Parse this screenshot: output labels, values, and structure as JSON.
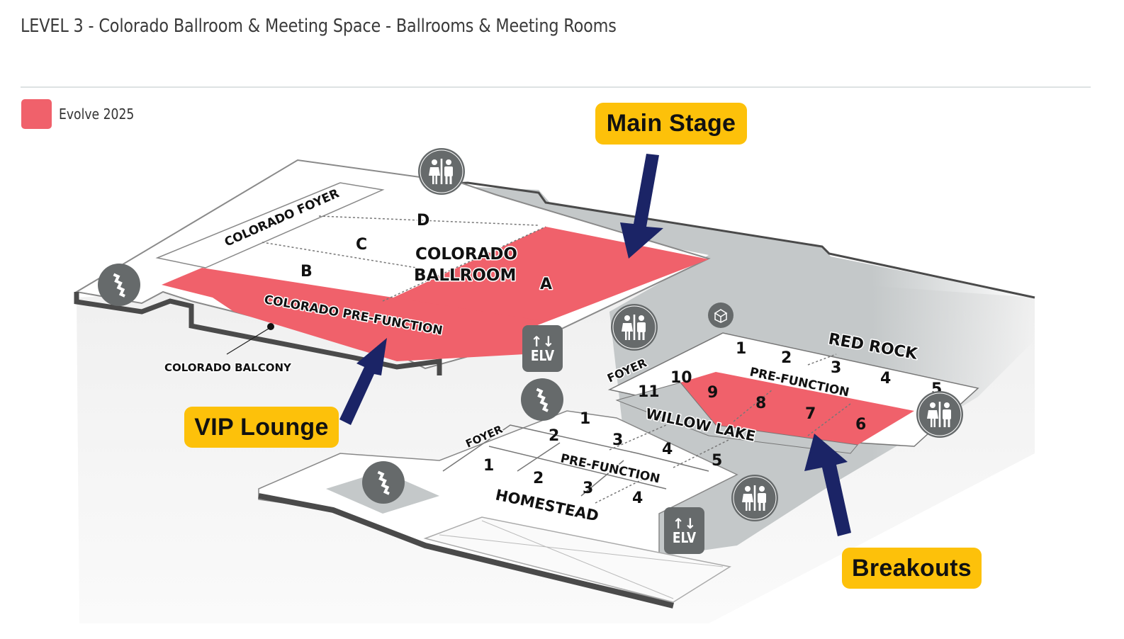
{
  "header": {
    "title": "LEVEL 3 - Colorado Ballroom & Meeting Space - Ballrooms & Meeting Rooms"
  },
  "legend": {
    "items": [
      {
        "label": "Evolve 2025",
        "color": "#f0616b"
      }
    ]
  },
  "callouts": {
    "main_stage": "Main Stage",
    "vip_lounge": "VIP Lounge",
    "breakouts": "Breakouts"
  },
  "colors": {
    "highlight": "#f0616b",
    "callout_bg": "#fdc10a",
    "arrow": "#1b2466",
    "icon_bg": "#666a6b",
    "corridor": "#c4c8c9",
    "wall": "#4a4a4a"
  },
  "map": {
    "colorado": {
      "foyer": "COLORADO FOYER",
      "ballroom_line1": "COLORADO",
      "ballroom_line2": "BALLROOM",
      "sections": [
        "A",
        "B",
        "C",
        "D"
      ],
      "prefunction": "COLORADO PRE-FUNCTION",
      "balcony": "COLORADO BALCONY"
    },
    "red_rock": {
      "name": "RED ROCK",
      "rooms": [
        "1",
        "2",
        "3",
        "4",
        "5"
      ]
    },
    "willow_lake": {
      "name": "WILLOW LAKE",
      "rooms": [
        "6",
        "7",
        "8",
        "9",
        "10",
        "11"
      ]
    },
    "homestead": {
      "name": "HOMESTEAD",
      "rooms_upper": [
        "1",
        "2",
        "3",
        "4",
        "5"
      ],
      "rooms_lower": [
        "1",
        "2",
        "3",
        "4"
      ]
    },
    "prefunction": "PRE-FUNCTION",
    "foyer": "FOYER",
    "elevator": "ELV",
    "elevator_arrows": "↑↓",
    "highlighted_rooms": [
      "Colorado Ballroom A",
      "Colorado Pre-Function",
      "Willow Lake 6",
      "Willow Lake 7",
      "Willow Lake 8",
      "Willow Lake 9"
    ]
  }
}
